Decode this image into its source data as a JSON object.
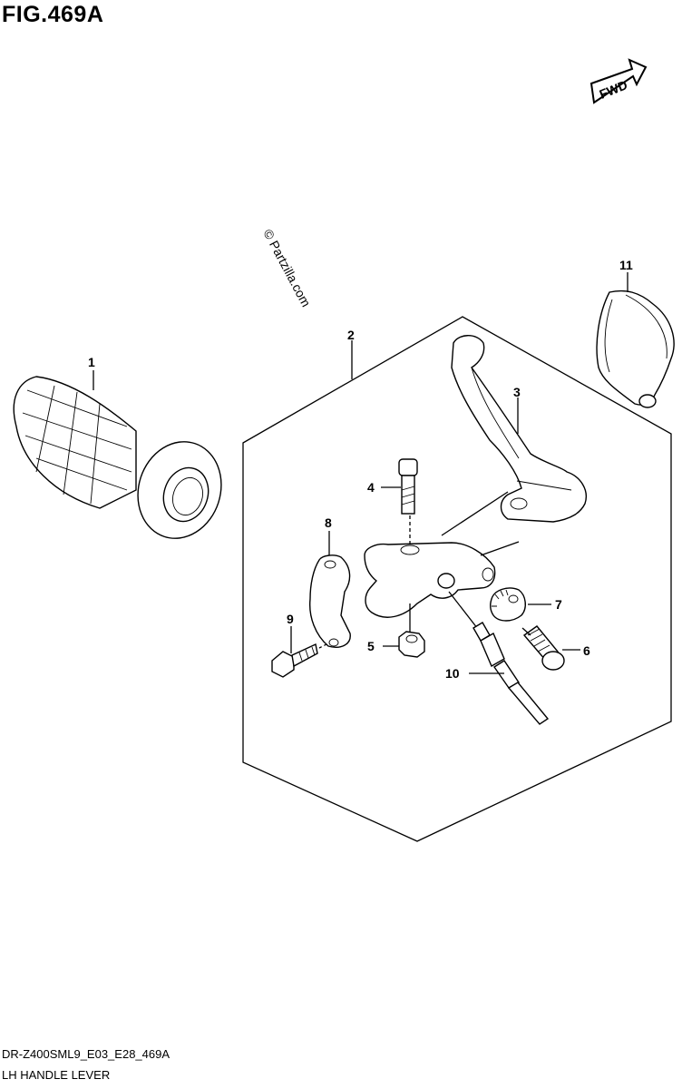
{
  "figure": {
    "title": "FIG.469A",
    "fwd_label": "FWD",
    "watermark": "© Partzilla.com",
    "model_code": "DR-Z400SML9_E03_E28_469A",
    "section_name": "LH HANDLE LEVER"
  },
  "callouts": [
    {
      "id": "1",
      "part": "grip"
    },
    {
      "id": "2",
      "part": "lever-assembly-box"
    },
    {
      "id": "3",
      "part": "clutch-lever"
    },
    {
      "id": "4",
      "part": "pivot-bolt"
    },
    {
      "id": "5",
      "part": "nut"
    },
    {
      "id": "6",
      "part": "adjuster-bolt"
    },
    {
      "id": "7",
      "part": "adjuster-nut"
    },
    {
      "id": "8",
      "part": "holder-clamp"
    },
    {
      "id": "9",
      "part": "clamp-bolt"
    },
    {
      "id": "10",
      "part": "cable-end"
    },
    {
      "id": "11",
      "part": "lever-cover"
    }
  ]
}
